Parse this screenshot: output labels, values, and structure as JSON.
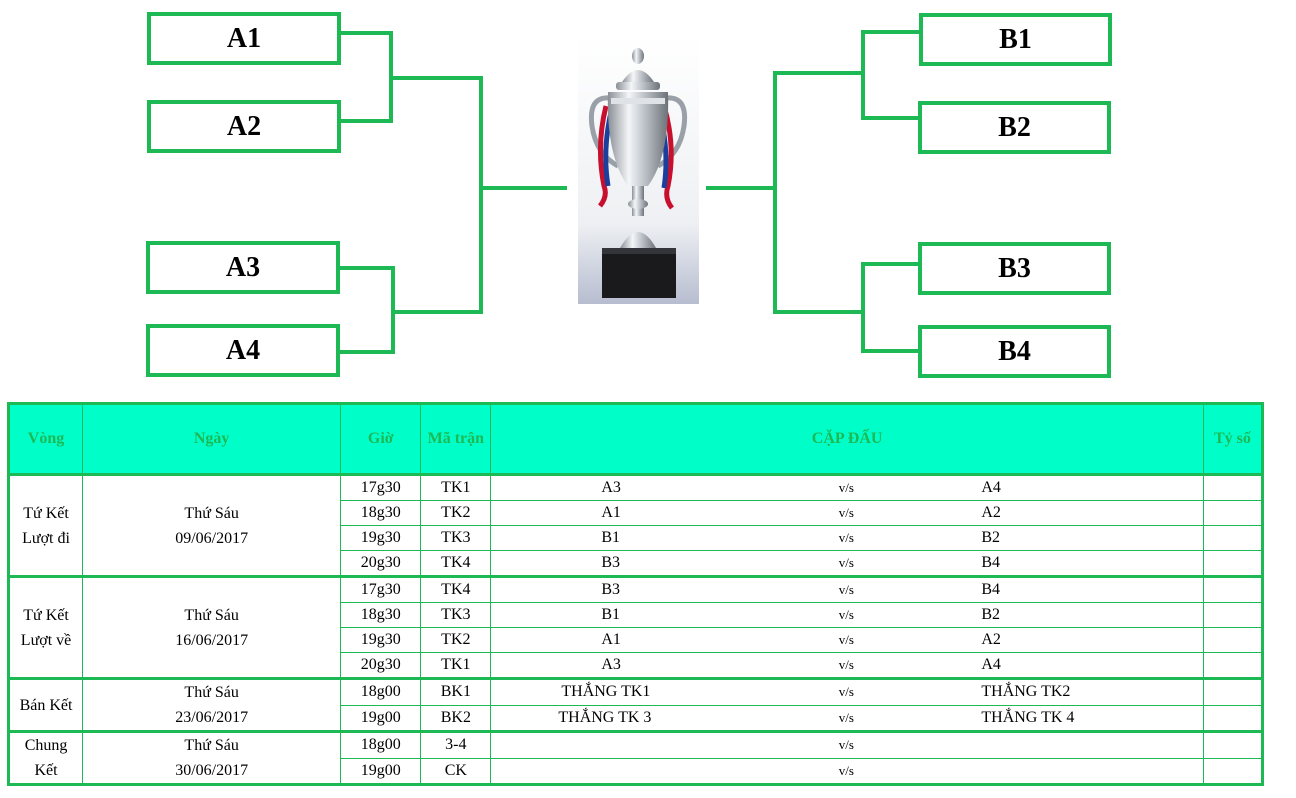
{
  "bracket": {
    "left": [
      "A1",
      "A2",
      "A3",
      "A4"
    ],
    "right": [
      "B1",
      "B2",
      "B3",
      "B4"
    ],
    "line_color": "#1db954"
  },
  "table": {
    "headers": {
      "round": "Vòng",
      "date": "Ngày",
      "time": "Giờ",
      "code": "Mã trận",
      "match": "CẶP ĐẤU",
      "score": "Tỷ số"
    },
    "header_bg": "#00ffc8",
    "vs": "v/s",
    "groups": [
      {
        "round_line1": "Tứ Kết",
        "round_line2": "Lượt đi",
        "day": "Thứ Sáu",
        "date": "09/06/2017",
        "matches": [
          {
            "time": "17g30",
            "code": "TK1",
            "home": "A3",
            "away": "A4"
          },
          {
            "time": "18g30",
            "code": "TK2",
            "home": "A1",
            "away": "A2"
          },
          {
            "time": "19g30",
            "code": "TK3",
            "home": "B1",
            "away": "B2"
          },
          {
            "time": "20g30",
            "code": "TK4",
            "home": "B3",
            "away": "B4"
          }
        ]
      },
      {
        "round_line1": "Tứ Kết",
        "round_line2": "Lượt về",
        "day": "Thứ Sáu",
        "date": "16/06/2017",
        "matches": [
          {
            "time": "17g30",
            "code": "TK4",
            "home": "B3",
            "away": "B4"
          },
          {
            "time": "18g30",
            "code": "TK3",
            "home": "B1",
            "away": "B2"
          },
          {
            "time": "19g30",
            "code": "TK2",
            "home": "A1",
            "away": "A2"
          },
          {
            "time": "20g30",
            "code": "TK1",
            "home": "A3",
            "away": "A4"
          }
        ]
      },
      {
        "round_line1": "Bán Kết",
        "round_line2": "",
        "day": "Thứ Sáu",
        "date": "23/06/2017",
        "matches": [
          {
            "time": "18g00",
            "code": "BK1",
            "home": "THẮNG TK1",
            "away": "THẮNG TK2"
          },
          {
            "time": "19g00",
            "code": "BK2",
            "home": "THẮNG TK 3",
            "away": "THẮNG TK 4"
          }
        ]
      },
      {
        "round_line1": "Chung",
        "round_line2": "Kết",
        "day": "Thứ Sáu",
        "date": "30/06/2017",
        "matches": [
          {
            "time": "18g00",
            "code": "3-4",
            "home": "",
            "away": ""
          },
          {
            "time": "19g00",
            "code": "CK",
            "home": "",
            "away": ""
          }
        ]
      }
    ]
  }
}
